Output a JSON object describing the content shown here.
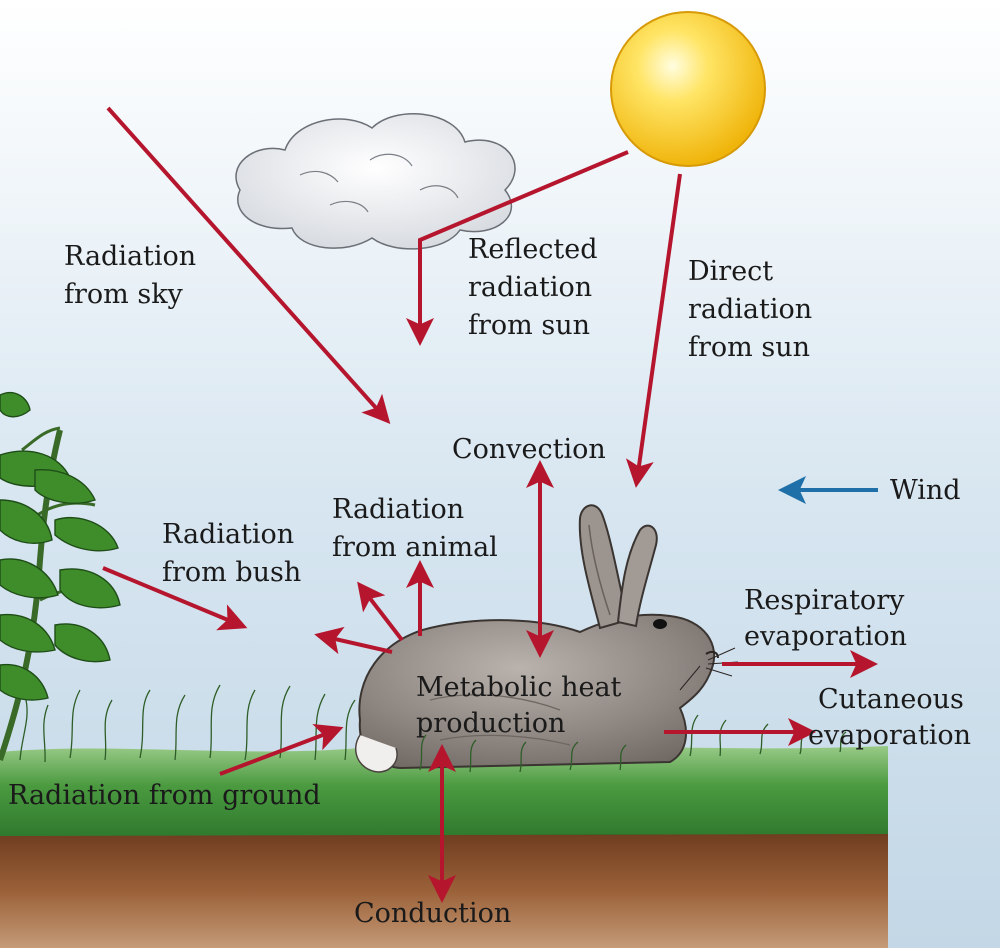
{
  "labels": {
    "radiation_from_sky": [
      "Radiation",
      "from sky"
    ],
    "reflected_radiation": [
      "Reflected",
      "radiation",
      "from sun"
    ],
    "direct_radiation": [
      "Direct",
      "radiation",
      "from sun"
    ],
    "convection": "Convection",
    "wind": "Wind",
    "radiation_from_animal": [
      "Radiation",
      "from animal"
    ],
    "radiation_from_bush": [
      "Radiation",
      "from bush"
    ],
    "respiratory_evaporation": [
      "Respiratory",
      "evaporation"
    ],
    "metabolic_heat": [
      "Metabolic heat",
      "production"
    ],
    "cutaneous_evaporation": [
      "Cutaneous",
      "evaporation"
    ],
    "radiation_from_ground": "Radiation from ground",
    "conduction": "Conduction"
  },
  "colors": {
    "heat_arrow": "#b5162e",
    "wind_arrow": "#1f6fa8",
    "sky_top": "#ffffff",
    "sky_bottom": "#c9dcea",
    "sun": "#f5c21b",
    "grass": "#3f8f3a",
    "soil": "#8a5230",
    "rabbit": "#8d8580",
    "leaves": "#3e8d2a"
  }
}
